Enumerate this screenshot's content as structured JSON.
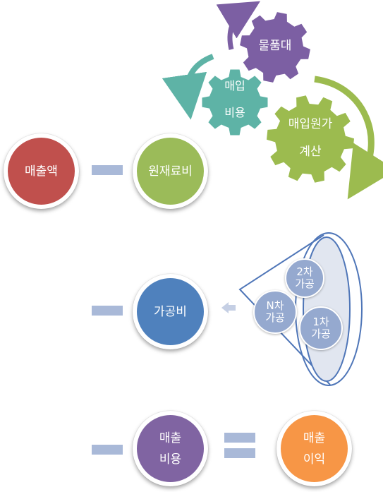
{
  "gears": {
    "purple_line1": "물품대",
    "teal_line1": "매입",
    "teal_line2": "비용",
    "green_line1": "매입원가",
    "green_line2": "계산"
  },
  "row1": {
    "left": "매출액",
    "right": "원재료비"
  },
  "row2": {
    "main": "가공비",
    "funnel": [
      {
        "line1": "2차",
        "line2": "가공"
      },
      {
        "line1": "N차",
        "line2": "가공"
      },
      {
        "line1": "1차",
        "line2": "가공"
      }
    ]
  },
  "row3": {
    "left_line1": "매출",
    "left_line2": "비용",
    "right_line1": "매출",
    "right_line2": "이익"
  },
  "colors": {
    "red": "#c0504d",
    "green": "#9bbb59",
    "blue": "#4f81bd",
    "purple": "#8064a2",
    "orange": "#f79646",
    "teal": "#4bacc6",
    "gear_purple": "#7c5fa3",
    "gear_teal": "#5eb3a6",
    "gear_green": "#9cbb4f",
    "funnel": "#95a9cf",
    "operator": "#a9b9d8"
  }
}
